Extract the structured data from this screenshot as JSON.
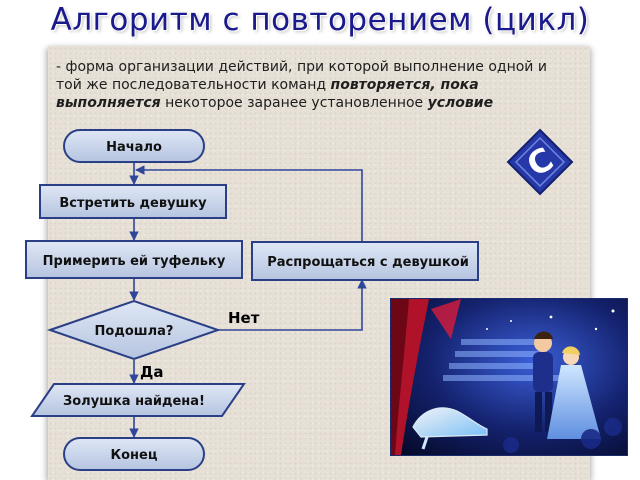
{
  "title": "Алгоритм с повторением (цикл)",
  "definition": {
    "part1": "- форма организации действий, при которой выполнение одной и той же последовательности команд ",
    "emphasis": "повторяется, пока выполняется",
    "part2": " некоторое заранее установленное ",
    "last": "условие"
  },
  "flowchart": {
    "start": "Начало",
    "meet": "Встретить девушку",
    "try_on": "Примерить ей туфельку",
    "farewell": "Распрощаться с девушкой",
    "condition": "Подошла?",
    "no_label": "Нет",
    "yes_label": "Да",
    "found": "Золушка найдена!",
    "end": "Конец"
  },
  "badge_letter": "C",
  "colors": {
    "title": "#1a1a8c",
    "shape_fill": "#c6d2e8",
    "shape_border": "#2a3f86",
    "line": "#30469a",
    "badge": "#2637a8"
  }
}
